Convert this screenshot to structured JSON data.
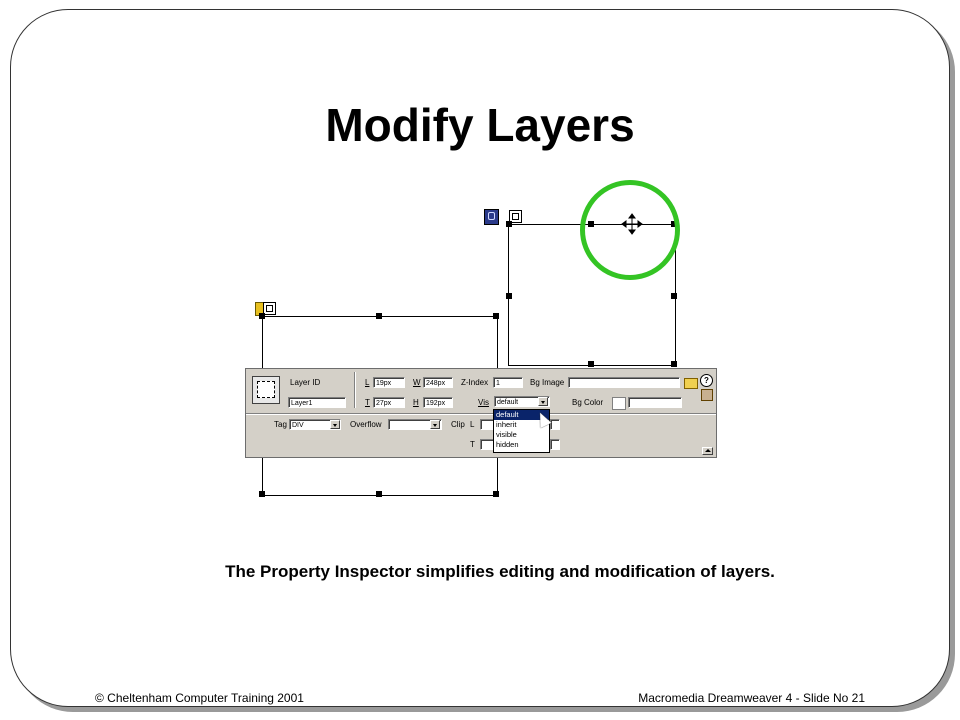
{
  "slide": {
    "title": "Modify Layers",
    "caption": "The Property Inspector simplifies editing and modification of layers.",
    "footer_left": "© Cheltenham Computer Training 2001",
    "footer_right": "Macromedia Dreamweaver 4 - Slide No 21"
  },
  "property_inspector": {
    "layer_id_label": "Layer ID",
    "layer_id_value": "Layer1",
    "left_label": "L",
    "left_value": "19px",
    "top_label": "T",
    "top_value": "27px",
    "width_label": "W",
    "width_value": "248px",
    "height_label": "H",
    "height_value": "192px",
    "zindex_label": "Z-Index",
    "zindex_value": "1",
    "vis_label": "Vis",
    "vis_value": "default",
    "bg_image_label": "Bg Image",
    "bg_image_value": "",
    "bg_color_label": "Bg Color",
    "bg_color_value": "",
    "tag_label": "Tag",
    "tag_value": "DIV",
    "overflow_label": "Overflow",
    "overflow_value": "",
    "clip_label": "Clip",
    "clip_l_label": "L",
    "clip_t_label": "T",
    "vis_options": [
      "default",
      "inherit",
      "visible",
      "hidden"
    ]
  },
  "colors": {
    "highlight_circle": "#34c424",
    "panel_bg": "#d4d0c8",
    "selection": "#0a246a"
  }
}
